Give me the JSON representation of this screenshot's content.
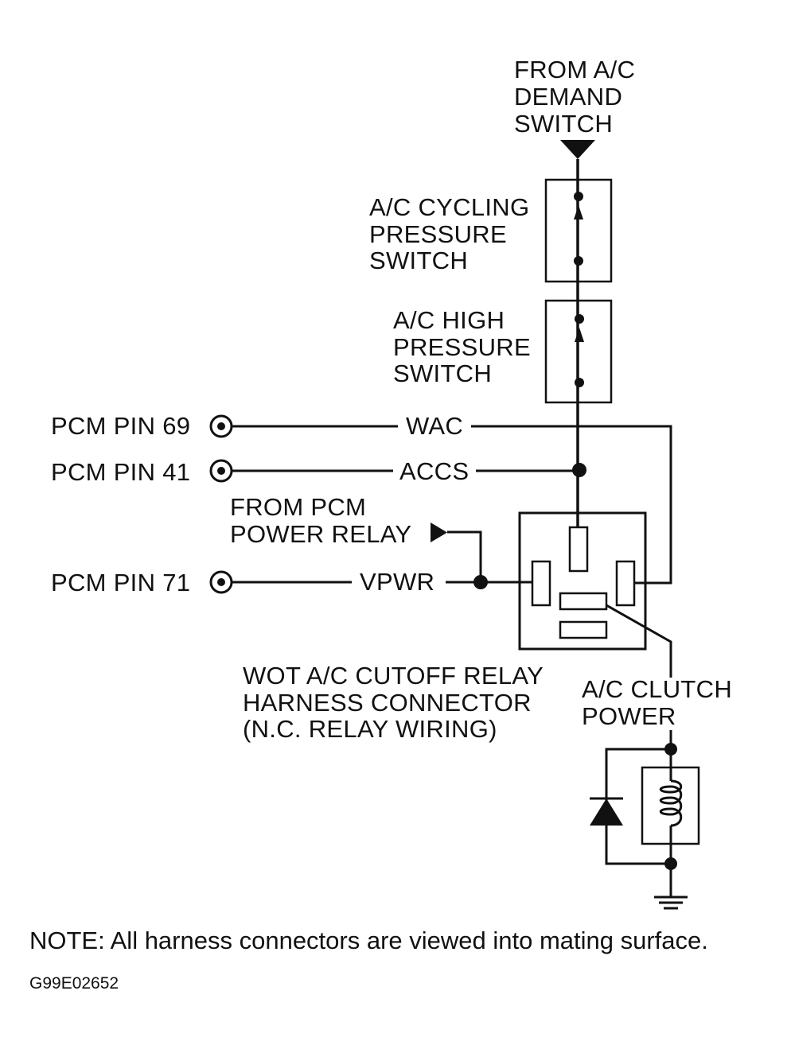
{
  "labels": {
    "from_ac_demand": [
      "FROM A/C",
      "DEMAND",
      "SWITCH"
    ],
    "cycling_switch": [
      "A/C CYCLING",
      "PRESSURE",
      "SWITCH"
    ],
    "high_pressure_switch": [
      "A/C HIGH",
      "PRESSURE",
      "SWITCH"
    ],
    "pcm_pin_69": "PCM PIN 69",
    "pcm_pin_41": "PCM PIN 41",
    "pcm_pin_71": "PCM PIN 71",
    "wire_wac": "WAC",
    "wire_accs": "ACCS",
    "wire_vpwr": "VPWR",
    "from_pcm_power_relay": [
      "FROM PCM",
      "POWER RELAY"
    ],
    "relay_connector": [
      "WOT A/C CUTOFF RELAY",
      "HARNESS CONNECTOR",
      "(N.C. RELAY WIRING)"
    ],
    "clutch_power": [
      "A/C CLUTCH",
      "POWER"
    ]
  },
  "note": "NOTE:  All harness connectors are viewed into mating surface.",
  "figure_code": "G99E02652",
  "icons": [
    "connector-pin-icon",
    "arrow-icon",
    "switch-icon",
    "diode-icon",
    "coil-icon",
    "ground-icon"
  ]
}
